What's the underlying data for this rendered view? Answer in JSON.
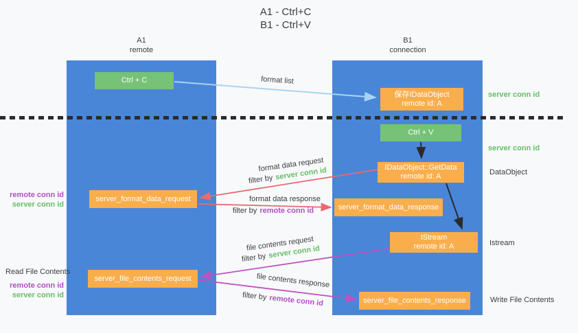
{
  "title": {
    "line1": "A1 - Ctrl+C",
    "line2": "B1 - Ctrl+V"
  },
  "lanes": {
    "left": {
      "title": "A1",
      "subtitle": "remote"
    },
    "right": {
      "title": "B1",
      "subtitle": "connection"
    }
  },
  "nodes": {
    "ctrl_c": {
      "label": "Ctrl + C"
    },
    "save_idataobject": {
      "line1": "保存IDataObject",
      "line2": "remote id: A"
    },
    "ctrl_v": {
      "label": "Ctrl + V"
    },
    "getdata": {
      "line1": "IDataObject::GetData",
      "line2": "remote id: A"
    },
    "format_request": {
      "label": "server_format_data_request"
    },
    "format_response": {
      "label": "server_format_data_response"
    },
    "istream": {
      "line1": "IStream",
      "line2": "remote id: A"
    },
    "file_request": {
      "label": "server_file_contents_request"
    },
    "file_response": {
      "label": "server_file_contents_response"
    }
  },
  "edges": {
    "format_list": {
      "label": "format list"
    },
    "format_request": {
      "label": "format data request",
      "filter_prefix": "filter by",
      "filter_key": "server conn id"
    },
    "format_response": {
      "label": "format data response",
      "filter_prefix": "filter by",
      "filter_key": "remote conn id"
    },
    "file_request": {
      "label": "file contents request",
      "filter_prefix": "filter by",
      "filter_key": "server conn id"
    },
    "file_response": {
      "label": "file contents response",
      "filter_prefix": "filter by",
      "filter_key": "remote conn id"
    }
  },
  "side_labels": {
    "right": {
      "server_conn_id_top": "server conn id",
      "server_conn_id_mid": "server conn id",
      "dataobject": "DataObject",
      "istream": "Istream",
      "write_file_contents": "Write File Contents"
    },
    "left": {
      "remote_conn_id_top": "remote conn id",
      "server_conn_id_top": "server conn id",
      "read_file_contents": "Read File Contents",
      "remote_conn_id_bottom": "remote conn id",
      "server_conn_id_bottom": "server conn id"
    }
  },
  "colors": {
    "lane_fill": "#4a86d8",
    "green_node": "#76c277",
    "orange_node": "#f9ae4b",
    "server_conn_id_text": "#67bd66",
    "remote_conn_id_text": "#b44ec6",
    "arrow_format_list": "#a9d3f2",
    "arrow_format": "#e96a6e",
    "arrow_file": "#bd52c0",
    "arrow_black": "#2b2b2b",
    "divider": "#2b2b2b",
    "background": "#f8f9fb"
  }
}
